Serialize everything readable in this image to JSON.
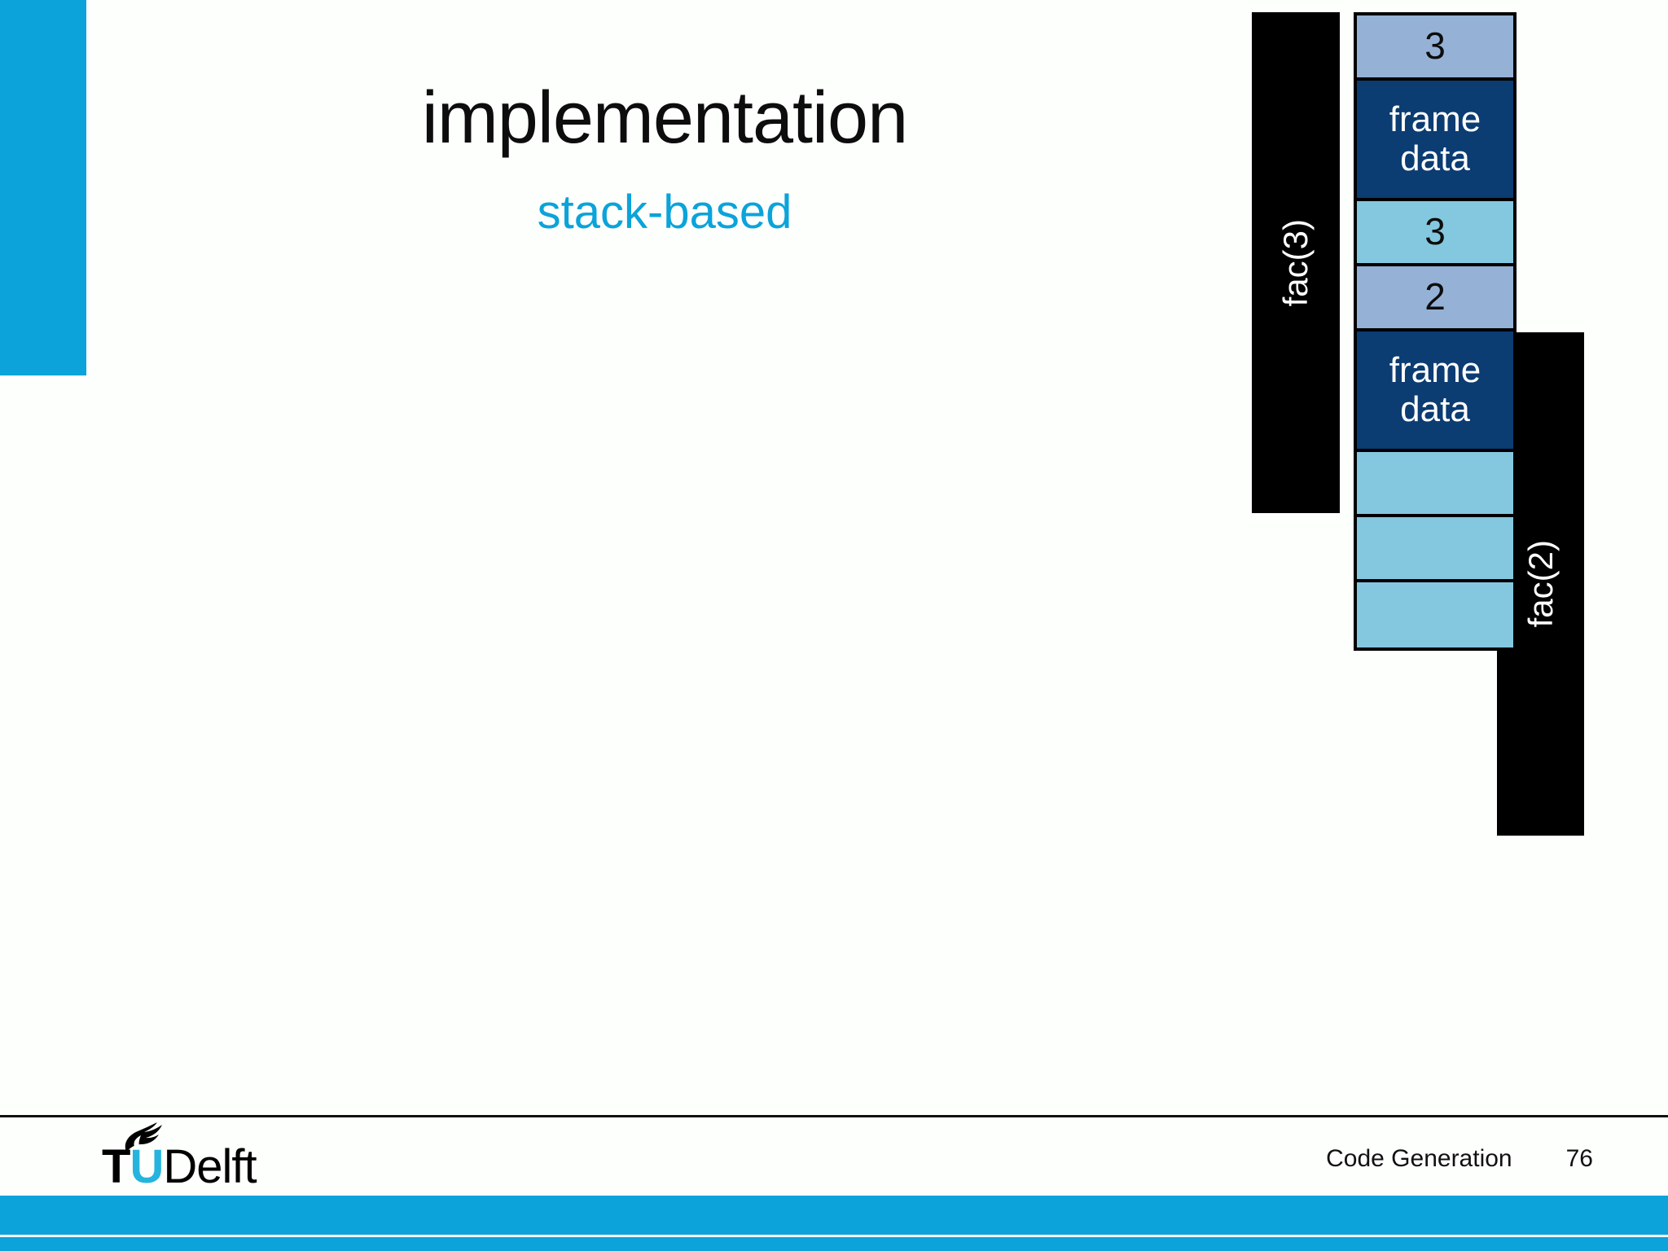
{
  "slide": {
    "title": "implementation",
    "subtitle": "stack-based",
    "accent_color": "#0ba3da"
  },
  "diagram": {
    "name": "call-stack-diagram",
    "calls": [
      {
        "label": "fac(3)"
      },
      {
        "label": "fac(2)"
      }
    ],
    "cells": [
      {
        "text": "3",
        "kind": "arg"
      },
      {
        "text": "frame\ndata",
        "kind": "frame"
      },
      {
        "text": "3",
        "kind": "ret"
      },
      {
        "text": "2",
        "kind": "arg"
      },
      {
        "text": "frame\ndata",
        "kind": "frame"
      },
      {
        "text": "",
        "kind": "empty"
      },
      {
        "text": "",
        "kind": "empty"
      },
      {
        "text": "",
        "kind": "empty"
      }
    ],
    "colors": {
      "arg": "#95b2d6",
      "frame": "#0b3c72",
      "ret": "#84c8df",
      "empty": "#84c8df",
      "bar": "#000000"
    }
  },
  "footer": {
    "logo": {
      "t": "T",
      "u": "U",
      "delft": "Delft"
    },
    "course": "Code Generation",
    "page_number": "76"
  }
}
